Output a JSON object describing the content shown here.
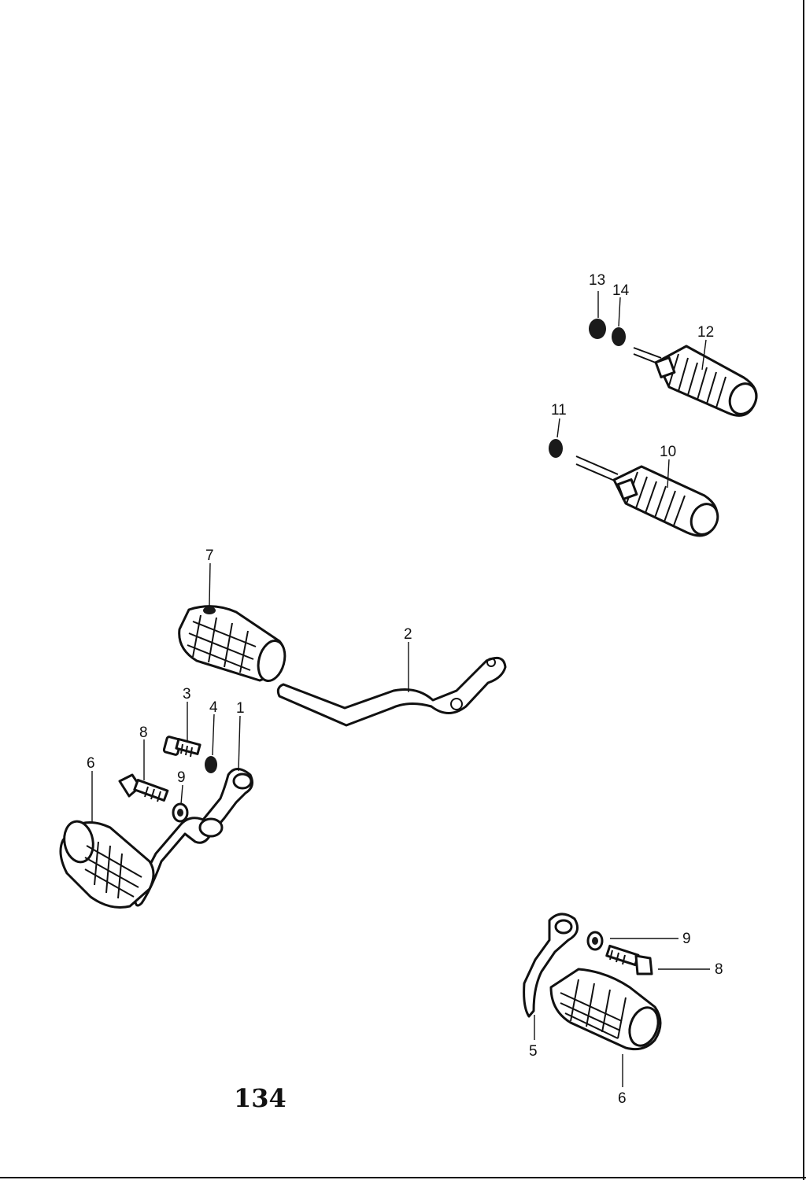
{
  "labels": {
    "l1": "1",
    "l2": "2",
    "l3": "3",
    "l4": "4",
    "l5": "5",
    "l6a": "6",
    "l6b": "6",
    "l7": "7",
    "l8a": "8",
    "l8b": "8",
    "l9a": "9",
    "l9b": "9",
    "l10": "10",
    "l11": "11",
    "l12": "12",
    "l13": "13",
    "l14": "14"
  },
  "page_number": "134"
}
